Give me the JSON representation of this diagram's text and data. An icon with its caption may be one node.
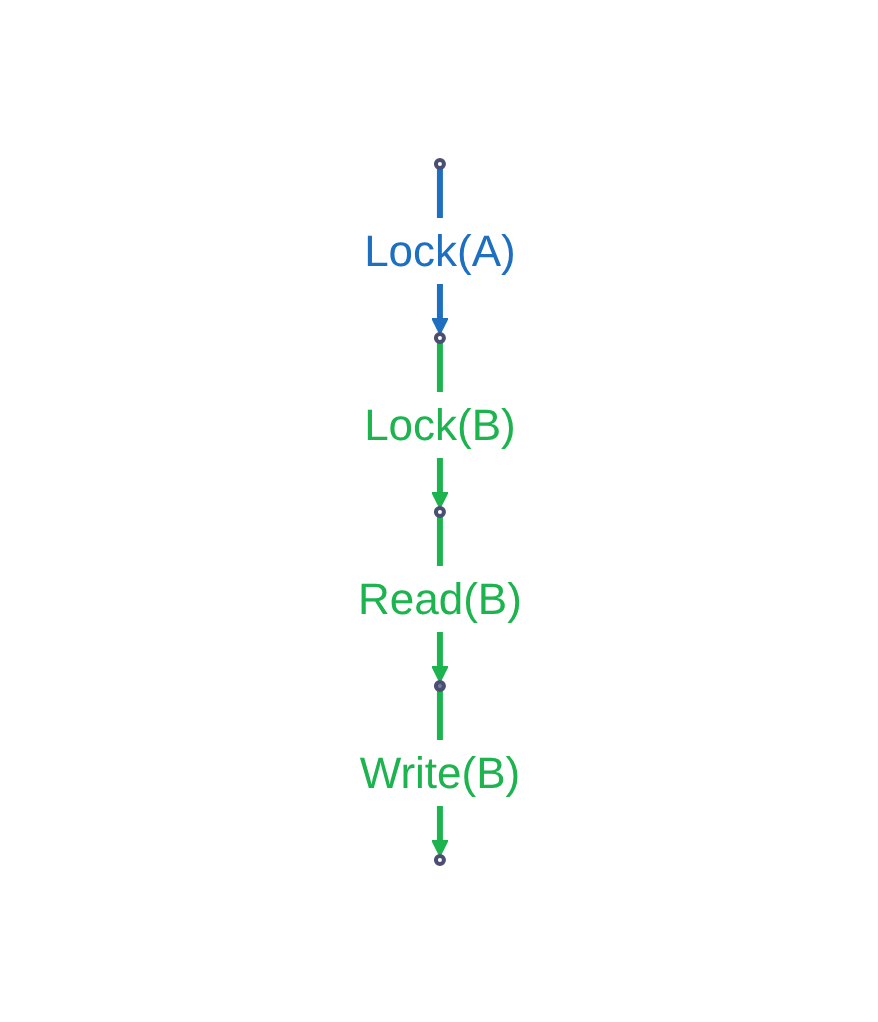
{
  "diagram": {
    "nodes": [
      {
        "text": [],
        "shape": "circle"
      },
      {
        "text": [],
        "shape": "circle"
      },
      {
        "text": [],
        "shape": "circle"
      },
      {
        "text": [],
        "shape": "circle"
      },
      {
        "text": [],
        "shape": "circle"
      }
    ],
    "edges": [
      {
        "from": 0,
        "to": 1,
        "arrow": "to",
        "label": "Lock(A)",
        "color": "#1f6fc0"
      },
      {
        "from": 1,
        "to": 2,
        "arrow": "to",
        "label": "Lock(B)"
      },
      {
        "from": 2,
        "to": 3,
        "arrow": "to",
        "label": "Read(B)"
      },
      {
        "from": 3,
        "to": 4,
        "arrow": "to",
        "label": "Write(B)"
      }
    ]
  }
}
